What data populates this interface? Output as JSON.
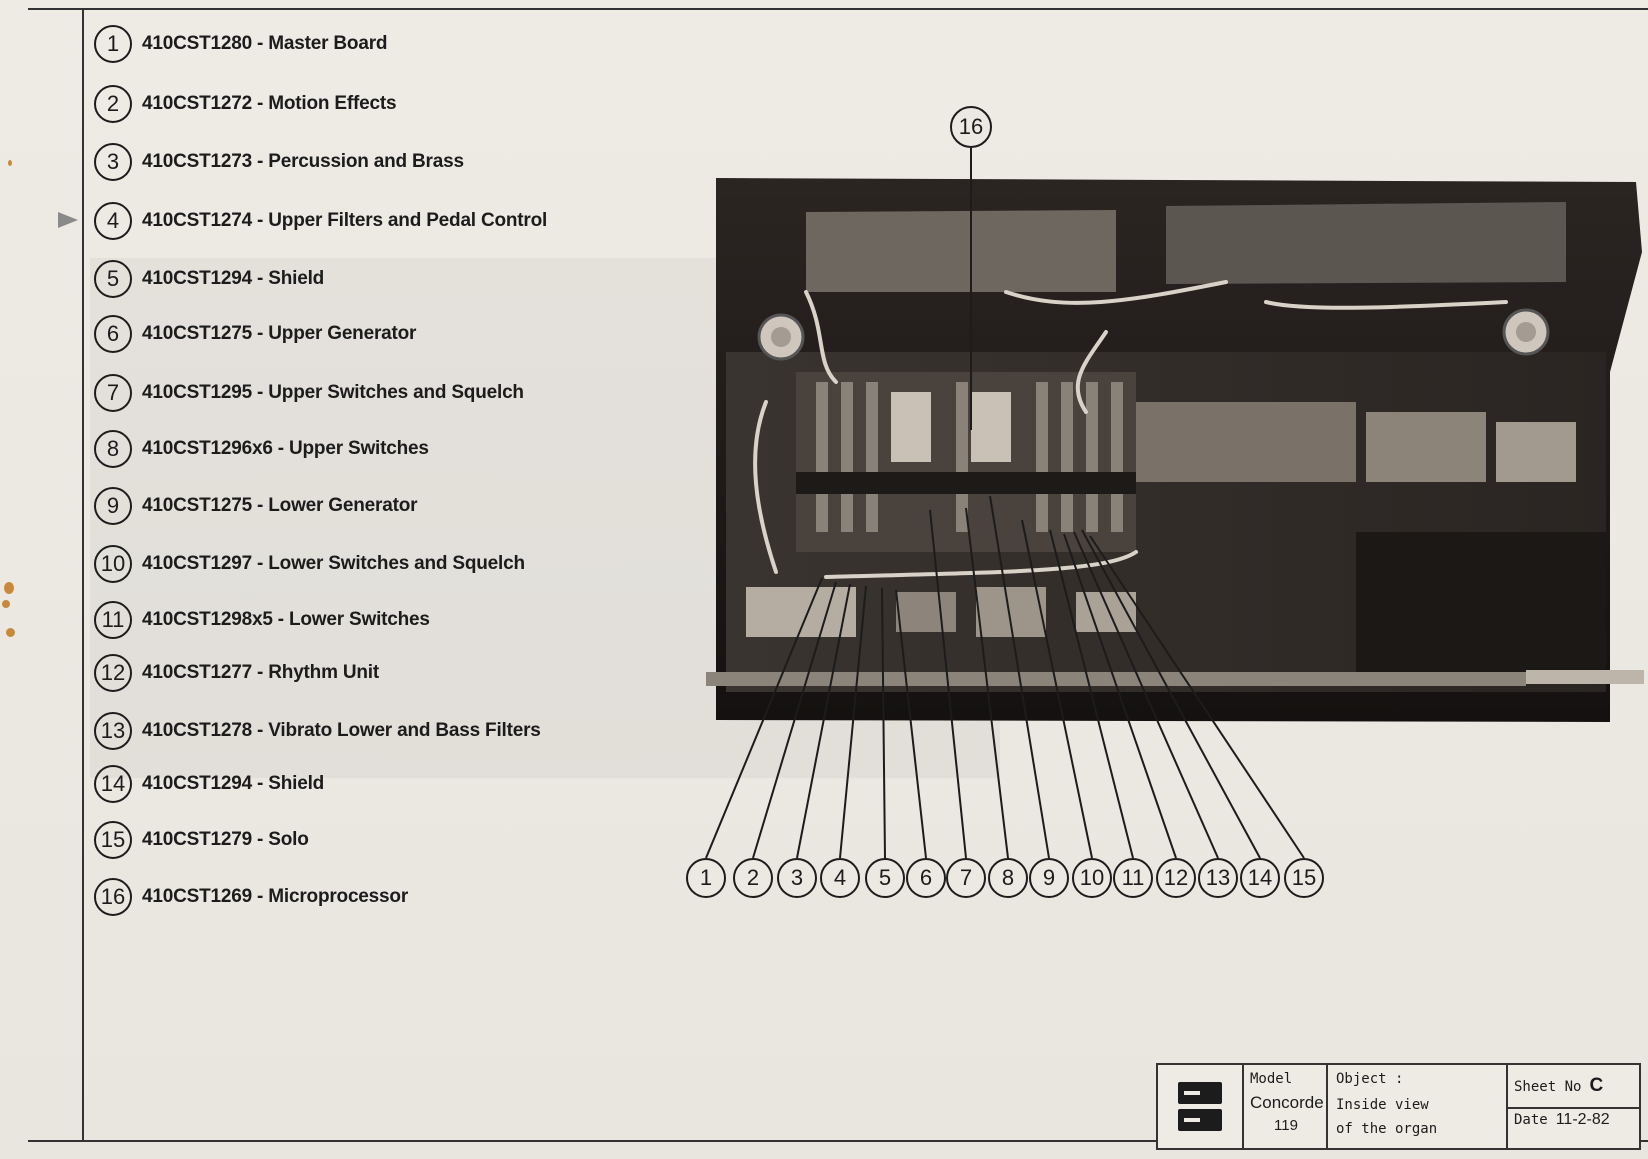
{
  "legend": [
    {
      "num": "1",
      "code": "410CST1280",
      "name": "Master Board"
    },
    {
      "num": "2",
      "code": "410CST1272",
      "name": "Motion Effects"
    },
    {
      "num": "3",
      "code": "410CST1273",
      "name": "Percussion and Brass"
    },
    {
      "num": "4",
      "code": "410CST1274",
      "name": "Upper Filters and Pedal Control"
    },
    {
      "num": "5",
      "code": "410CST1294",
      "name": "Shield"
    },
    {
      "num": "6",
      "code": "410CST1275",
      "name": "Upper Generator"
    },
    {
      "num": "7",
      "code": "410CST1295",
      "name": "Upper Switches and Squelch"
    },
    {
      "num": "8",
      "code": "410CST1296x6",
      "name": "Upper Switches"
    },
    {
      "num": "9",
      "code": "410CST1275",
      "name": "Lower Generator"
    },
    {
      "num": "10",
      "code": "410CST1297",
      "name": "Lower Switches and Squelch"
    },
    {
      "num": "11",
      "code": "410CST1298x5",
      "name": "Lower Switches"
    },
    {
      "num": "12",
      "code": "410CST1277",
      "name": "Rhythm Unit"
    },
    {
      "num": "13",
      "code": "410CST1278",
      "name": "Vibrato Lower and Bass Filters"
    },
    {
      "num": "14",
      "code": "410CST1294",
      "name": "Shield"
    },
    {
      "num": "15",
      "code": "410CST1279",
      "name": "Solo"
    },
    {
      "num": "16",
      "code": "410CST1269",
      "name": "Microprocessor"
    }
  ],
  "callouts": {
    "bottom": [
      "1",
      "2",
      "3",
      "4",
      "5",
      "6",
      "7",
      "8",
      "9",
      "10",
      "11",
      "12",
      "13",
      "14",
      "15"
    ],
    "top": "16"
  },
  "title_block": {
    "model_label": "Model",
    "model_value": "Concorde",
    "model_number": "119",
    "object_label": "Object :",
    "object_line1": "Inside  view",
    "object_line2": "of  the  organ",
    "sheet_label": "Sheet No",
    "sheet_value": "C",
    "date_label": "Date",
    "date_value": "11-2-82"
  },
  "colors": {
    "paper": "#ece9e2",
    "ink": "#1c1c1c",
    "photo_dark": "#1e1a17"
  }
}
